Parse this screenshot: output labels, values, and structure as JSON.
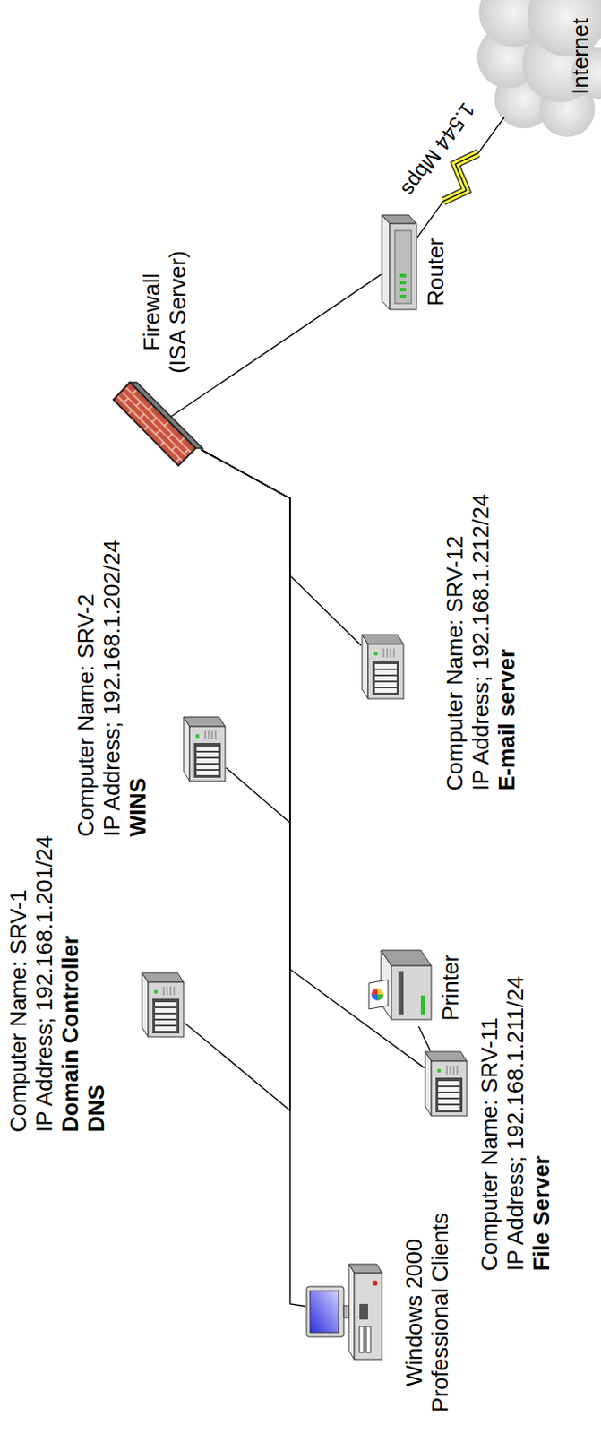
{
  "diagram": {
    "nodes": [
      {
        "text": [
          "Windows 2000 Professional Clients"
        ]
      },
      {
        "text": [
          "Computer Name: SRV-1",
          "IP Address; 192.168.1.201/24",
          "Domain Controller",
          "DNS"
        ]
      },
      {
        "text": [
          "Computer Name: SRV-2",
          "IP Address; 192.168.1.202/24",
          "WINS"
        ]
      },
      {
        "text": [
          "Computer Name: SRV-11",
          "IP Address; 192.168.1.211/24",
          "File Server"
        ]
      },
      {
        "text": [
          "Printer"
        ]
      },
      {
        "text": [
          "Computer Name: SRV-12",
          "IP Address; 192.168.1.212/24",
          "E-mail server"
        ]
      },
      {
        "text": [
          "Firewall (ISA Server)"
        ]
      },
      {
        "text": [
          "Router"
        ]
      },
      {
        "text": [
          "Internet"
        ]
      }
    ],
    "edges": [
      {
        "from": 0,
        "to": 6,
        "arrow": "none"
      },
      {
        "from": 1,
        "to": 6,
        "arrow": "none"
      },
      {
        "from": 2,
        "to": 6,
        "arrow": "none"
      },
      {
        "from": 3,
        "to": 6,
        "arrow": "none"
      },
      {
        "from": 5,
        "to": 6,
        "arrow": "none"
      },
      {
        "from": 3,
        "to": 4,
        "arrow": "none"
      },
      {
        "from": 6,
        "to": 7,
        "arrow": "none"
      },
      {
        "from": 7,
        "to": 8,
        "label": "1.544 Mbps",
        "arrow": "none"
      }
    ]
  }
}
